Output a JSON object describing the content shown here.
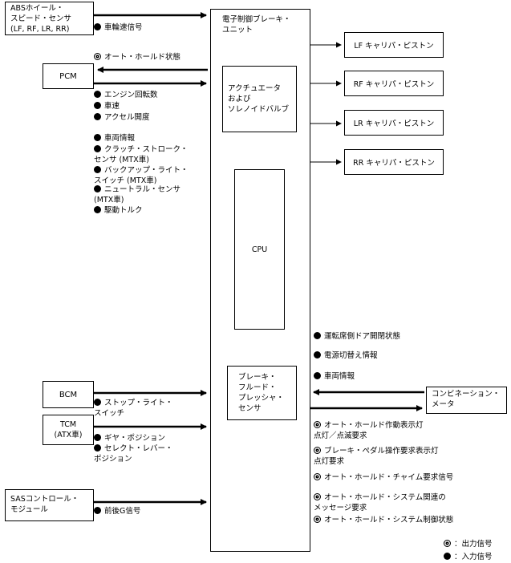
{
  "ebcu_title": "電子制御ブレーキ・\nユニット",
  "actuator": "アクチュエータ\nおよび\nソレノイドバルブ",
  "cpu": "CPU",
  "pressure_sensor": "ブレーキ・\nフルード・\nプレッシャ・\nセンサ",
  "abs_sensor": "ABSホイール・\nスピード・センサ\n(LF, RF, LR, RR)",
  "pcm": "PCM",
  "bcm": "BCM",
  "tcm": "TCM\n(ATX車)",
  "sas": "SASコントロール・\nモジュール",
  "combination_meter": "コンビネーション・\nメータ",
  "calipers": [
    "LF キャリパ・ピストン",
    "RF キャリパ・ピストン",
    "LR キャリパ・ピストン",
    "RR キャリパ・ピストン"
  ],
  "abs_signal": "車輪速信号",
  "pcm_out": "オート・ホールド状態",
  "pcm_in": [
    "エンジン回転数",
    "車速",
    "アクセル開度"
  ],
  "pcm_in2": [
    "車両情報",
    "クラッチ・ストローク・\nセンサ (MTX車)",
    "バックアップ・ライト・\nスイッチ (MTX車)",
    "ニュートラル・センサ\n(MTX車)",
    "駆動トルク"
  ],
  "bcm_in": "ストップ・ライト・\nスイッチ",
  "tcm_in": [
    "ギヤ・ポジション",
    "セレクト・レバー・\nポジション"
  ],
  "sas_in": "前後G信号",
  "right_in": [
    "運転席側ドア開閉状態",
    "電源切替え情報",
    "車両情報"
  ],
  "right_out": [
    "オート・ホールド作動表示灯\n点灯／点滅要求",
    "ブレーキ・ペダル操作要求表示灯\n点灯要求",
    "オート・ホールド・チャイム要求信号",
    "オート・ホールド・システム関連の\nメッセージ要求",
    "オート・ホールド・システム制御状態"
  ],
  "legend": {
    "output": "：出力信号",
    "input": "：入力信号"
  }
}
